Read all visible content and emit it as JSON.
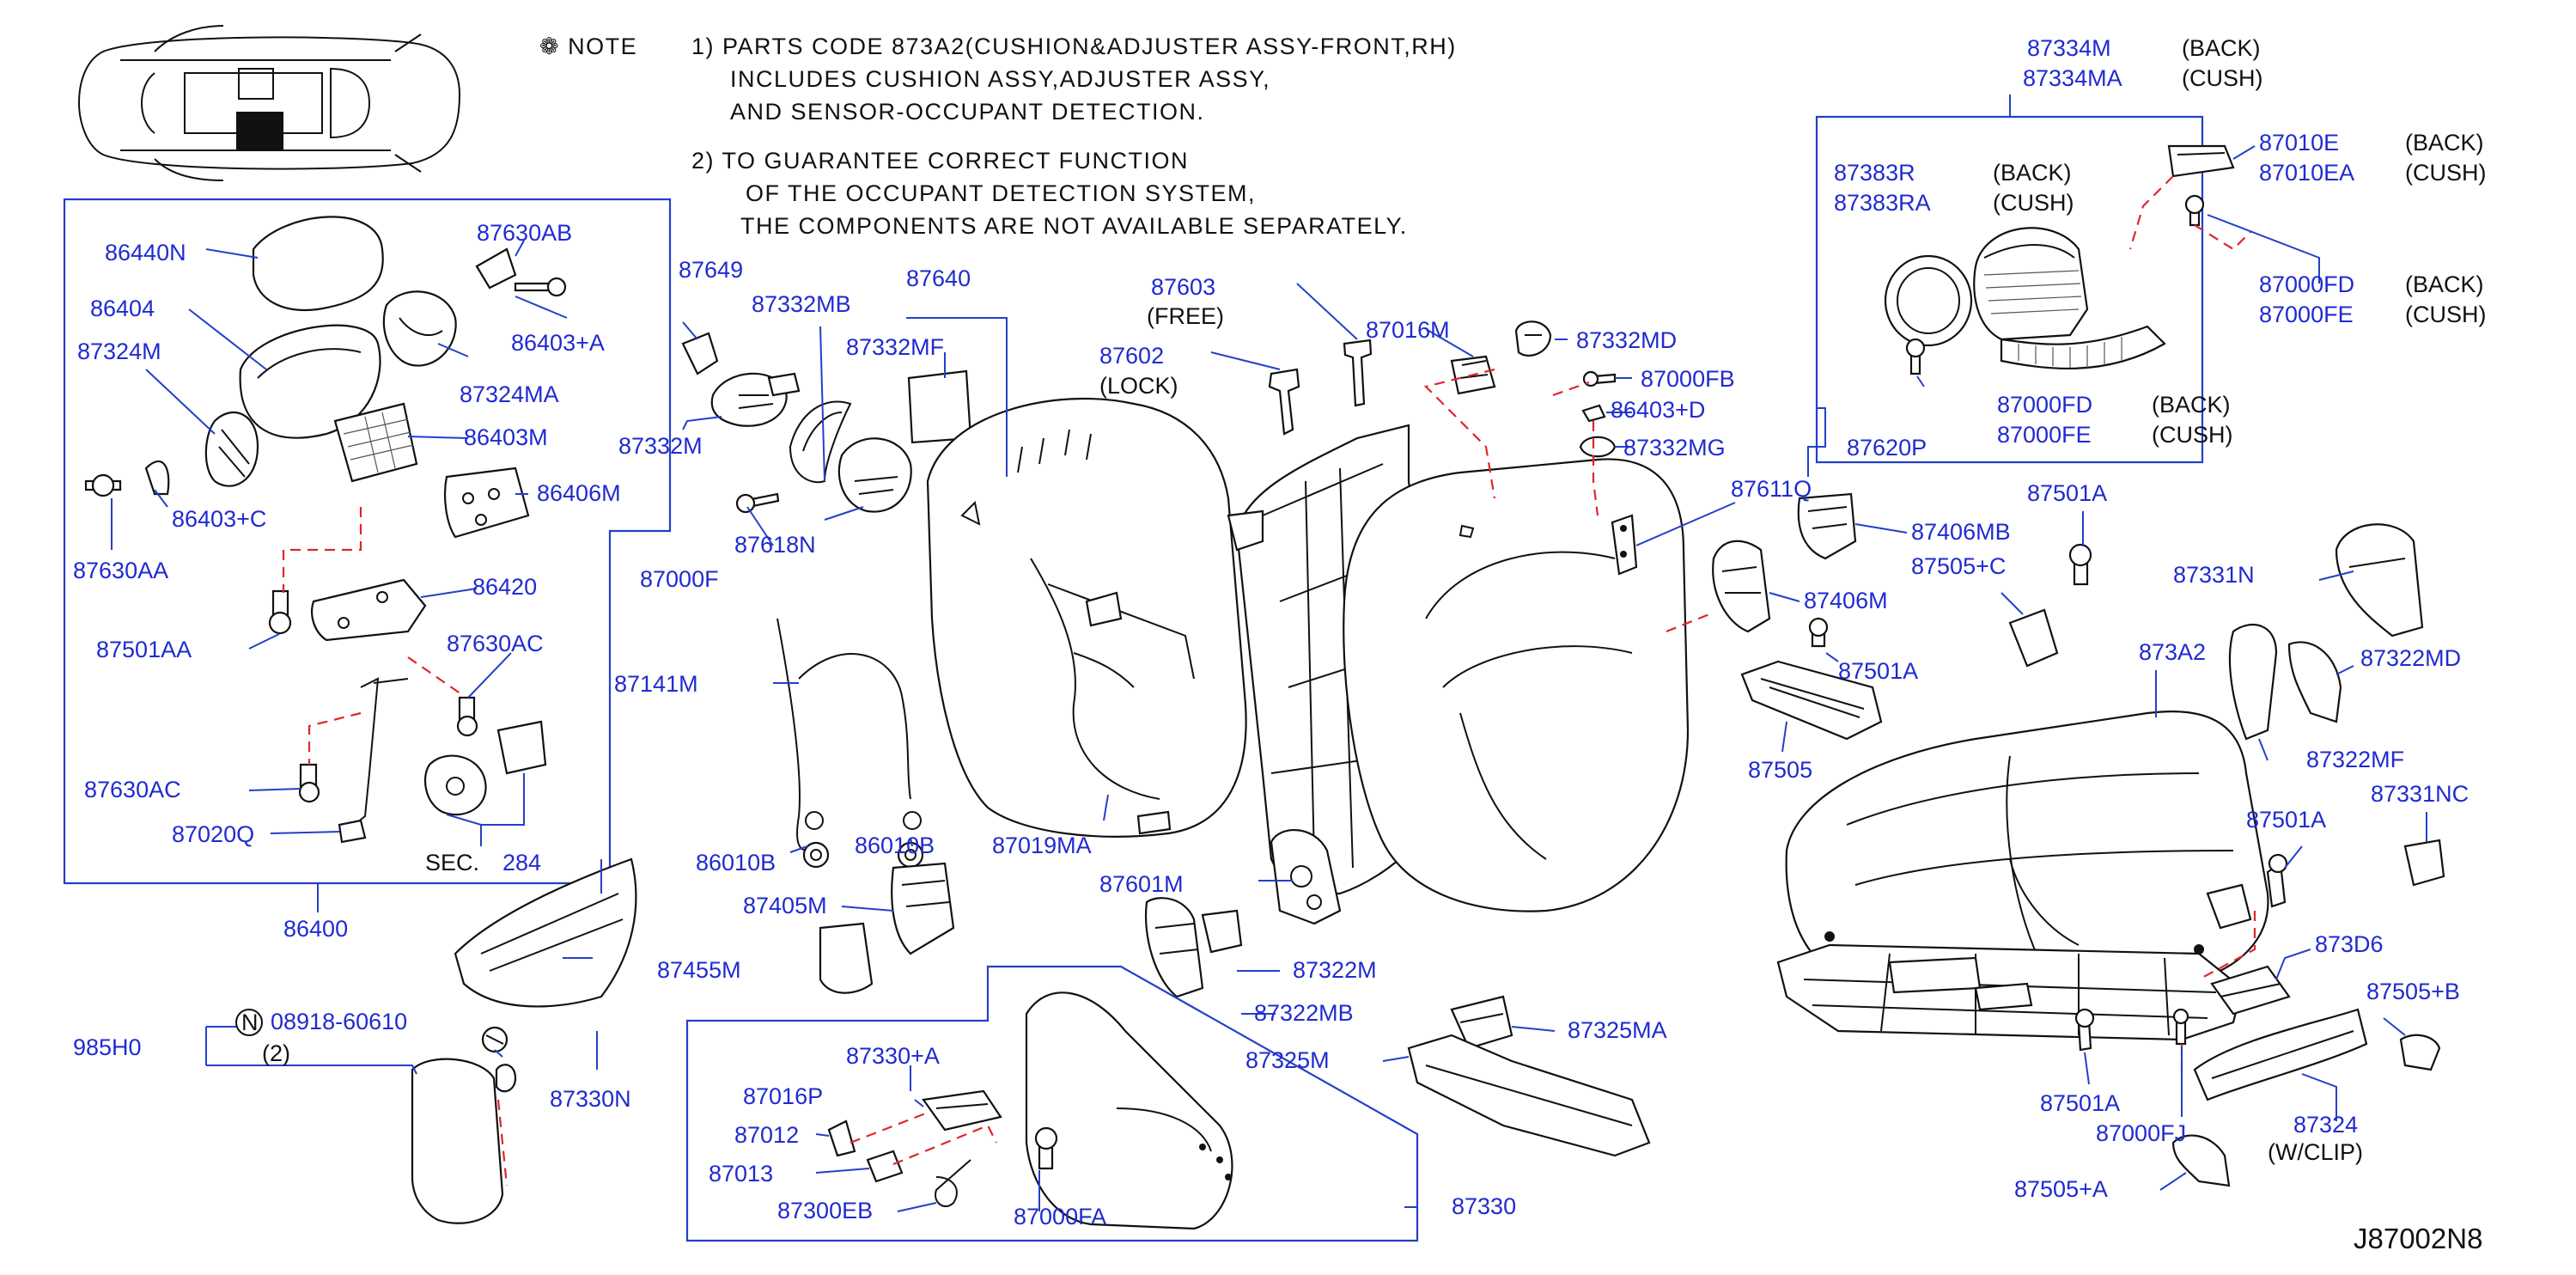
{
  "note": {
    "mark": "❁ NOTE",
    "n1": "1)  PARTS  CODE  873A2(CUSHION&ADJUSTER  ASSY-FRONT,RH)",
    "n1b": "INCLUDES  CUSHION  ASSY,ADJUSTER  ASSY,",
    "n1c": "AND  SENSOR-OCCUPANT  DETECTION.",
    "n2": "2)  TO  GUARANTEE  CORRECT  FUNCTION",
    "n2b": "OF  THE  OCCUPANT  DETECTION  SYSTEM,",
    "n2c": "THE  COMPONENTS  ARE  NOT  AVAILABLE  SEPARATELY."
  },
  "labels": {
    "p86440N": "86440N",
    "p86404": "86404",
    "p87324M": "87324M",
    "p87630AA": "87630AA",
    "p86403C": "86403+C",
    "p87501AA": "87501AA",
    "p87630AC_l": "87630AC",
    "p87020Q": "87020Q",
    "p87630AB": "87630AB",
    "p86403A": "86403+A",
    "p87324MA": "87324MA",
    "p86403M": "86403M",
    "p86406M": "86406M",
    "p86420": "86420",
    "p87630AC_r": "87630AC",
    "sec": "SEC.",
    "sec_no": "284",
    "p86400": "86400",
    "p87649": "87649",
    "p87332M": "87332M",
    "p87000F": "87000F",
    "p87332MB": "87332MB",
    "p87618N": "87618N",
    "p87640": "87640",
    "p87332MF": "87332MF",
    "p87141M": "87141M",
    "p86010B_l": "86010B",
    "p86010B_r": "86010B",
    "p87019MA": "87019MA",
    "p87603": "87603",
    "free": "(FREE)",
    "p87602": "87602",
    "lock": "(LOCK)",
    "p87016M": "87016M",
    "p87332MD": "87332MD",
    "p87000FB": "87000FB",
    "p86403D": "86403+D",
    "p87332MG": "87332MG",
    "p87620P": "87620P",
    "p87611Q": "87611Q",
    "p87406MB": "87406MB",
    "p87406M": "87406M",
    "p87501A_1": "87501A",
    "p87505C": "87505+C",
    "p87501A_2": "87501A",
    "p87505": "87505",
    "p87331N": "87331N",
    "p873A2": "873A2",
    "p87322MD": "87322MD",
    "p87322MF": "87322MF",
    "p87331NC": "87331NC",
    "p87501A_3": "87501A",
    "p873D6": "873D6",
    "p87505B": "87505+B",
    "p87501A_4": "87501A",
    "p87000FJ": "87000FJ",
    "p87324": "87324",
    "wclip": "(W/CLIP)",
    "p87505A": "87505+A",
    "p87334M": "87334M",
    "p87334MA": "87334MA",
    "back1": "(BACK)",
    "cush1": "(CUSH)",
    "p87383R": "87383R",
    "p87383RA": "87383RA",
    "back2": "(BACK)",
    "cush2": "(CUSH)",
    "p87010E": "87010E",
    "p87010EA": "87010EA",
    "back3": "(BACK)",
    "cush3": "(CUSH)",
    "p87000FD_1": "87000FD",
    "p87000FE_1": "87000FE",
    "back4": "(BACK)",
    "cush4": "(CUSH)",
    "p87000FD_2": "87000FD",
    "p87000FE_2": "87000FE",
    "back5": "(BACK)",
    "cush5": "(CUSH)",
    "p87405M": "87405M",
    "p87455M": "87455M",
    "p87601M": "87601M",
    "p87322M": "87322M",
    "p87322MB": "87322MB",
    "p87325MA": "87325MA",
    "p87325M": "87325M",
    "p985H0": "985H0",
    "n_mark": "N",
    "p08918": "08918-60610",
    "qty2": "(2)",
    "p87330N": "87330N",
    "p87330A": "87330+A",
    "p87016P": "87016P",
    "p87012": "87012",
    "p87013": "87013",
    "p87300EB": "87300EB",
    "p87000FA": "87000FA",
    "p87330": "87330",
    "diagram_id": "J87002N8"
  }
}
